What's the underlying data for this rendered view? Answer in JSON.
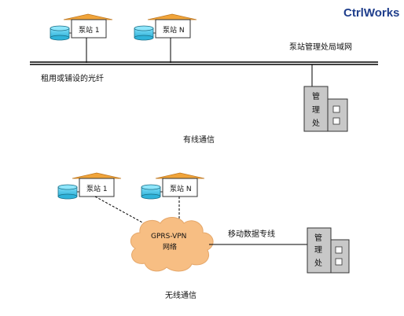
{
  "brand": {
    "name": "CtrlWorks",
    "color": "#1F3E8C"
  },
  "wired": {
    "caption": "有线通信",
    "stations": [
      {
        "name": "泵站 1",
        "icon": "pump-station-icon"
      },
      {
        "name": "泵站 N",
        "icon": "pump-station-icon"
      }
    ],
    "bus_label": "租用或铺设的光纤",
    "lan_label": "泵站管理处局域网",
    "office": {
      "label_chars": [
        "管",
        "理",
        "处"
      ],
      "icon": "management-office-icon"
    }
  },
  "wireless": {
    "caption": "无线通信",
    "stations": [
      {
        "name": "泵站 1",
        "icon": "pump-station-icon"
      },
      {
        "name": "泵站 N",
        "icon": "pump-station-icon"
      }
    ],
    "cloud": {
      "line1": "GPRS-VPN",
      "line2": "网络",
      "icon": "cloud-icon"
    },
    "link_label": "移动数据专线",
    "office": {
      "label_chars": [
        "管",
        "理",
        "处"
      ],
      "icon": "management-office-icon"
    }
  },
  "colors": {
    "roof": "#F0A43A",
    "tank": "#43C4E8",
    "cloud_fill": "#F7BE83",
    "cloud_stroke": "#E5A76A",
    "office_fill": "#C8C8C8",
    "line": "#000000"
  }
}
